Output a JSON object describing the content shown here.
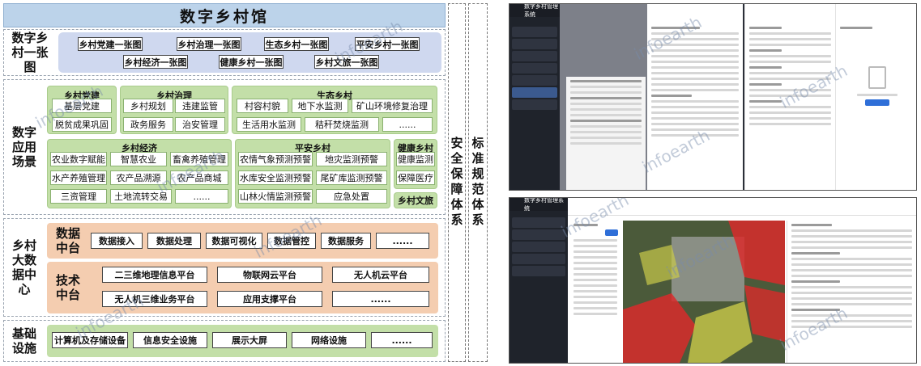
{
  "title": "数字乡村馆",
  "sections": {
    "overview": {
      "label": "数字乡村一张图",
      "items": [
        "乡村党建一张图",
        "乡村治理一张图",
        "生态乡村一张图",
        "平安乡村一张图",
        "乡村经济一张图",
        "健康乡村一张图",
        "乡村文旅一张图"
      ]
    },
    "scenarios": {
      "label": "数字应用场景",
      "party": {
        "title": "乡村党建",
        "items": [
          "基层党建",
          "脱贫成果巩固"
        ]
      },
      "governance": {
        "title": "乡村治理",
        "items": [
          "乡村规划",
          "违建监管",
          "政务服务",
          "治安管理"
        ]
      },
      "ecology": {
        "title": "生态乡村",
        "items": [
          "村容村貌",
          "地下水监测",
          "矿山环境修复治理",
          "生活用水监测",
          "秸秆焚烧监测",
          "......"
        ]
      },
      "economy": {
        "title": "乡村经济",
        "items": [
          "农业数字赋能",
          "智慧农业",
          "畜禽养殖管理",
          "水产养殖管理",
          "农产品溯源",
          "农产品商城",
          "三资管理",
          "土地流转交易",
          "......"
        ]
      },
      "safety": {
        "title": "平安乡村",
        "items": [
          "农情气象预测预警",
          "地灾监测预警",
          "水库安全监测预警",
          "尾矿库监测预警",
          "山林火情监测预警",
          "应急处置"
        ]
      },
      "health": {
        "title": "健康乡村",
        "items": [
          "健康监测",
          "保障医疗"
        ]
      },
      "culture": {
        "title": "乡村文旅"
      }
    },
    "bigdata": {
      "label": "乡村大数据中心",
      "data_platform": {
        "label": "数据中台",
        "items": [
          "数据接入",
          "数据处理",
          "数据可视化",
          "数据管控",
          "数据服务",
          "......"
        ]
      },
      "tech_platform": {
        "label": "技术中台",
        "items": [
          "二三维地理信息平台",
          "物联网云平台",
          "无人机云平台",
          "无人机三维业务平台",
          "应用支撑平台",
          "......"
        ]
      }
    },
    "infrastructure": {
      "label": "基础设施",
      "items": [
        "计算机及存储设备",
        "信息安全设施",
        "展示大屏",
        "网络设施",
        "......"
      ]
    }
  },
  "side_bands": {
    "security": "安全保障体系",
    "standards": "标准规范体系"
  },
  "screenshots": {
    "top_title": "数字乡村管理系统",
    "bottom_title": "数字乡村管理系统"
  },
  "watermark": "infoearth",
  "colors": {
    "title_blue": "#bcd3ea",
    "panel_blue": "#cfd8ef",
    "panel_green": "#c3dfa8",
    "panel_orange": "#f4cdb0"
  }
}
